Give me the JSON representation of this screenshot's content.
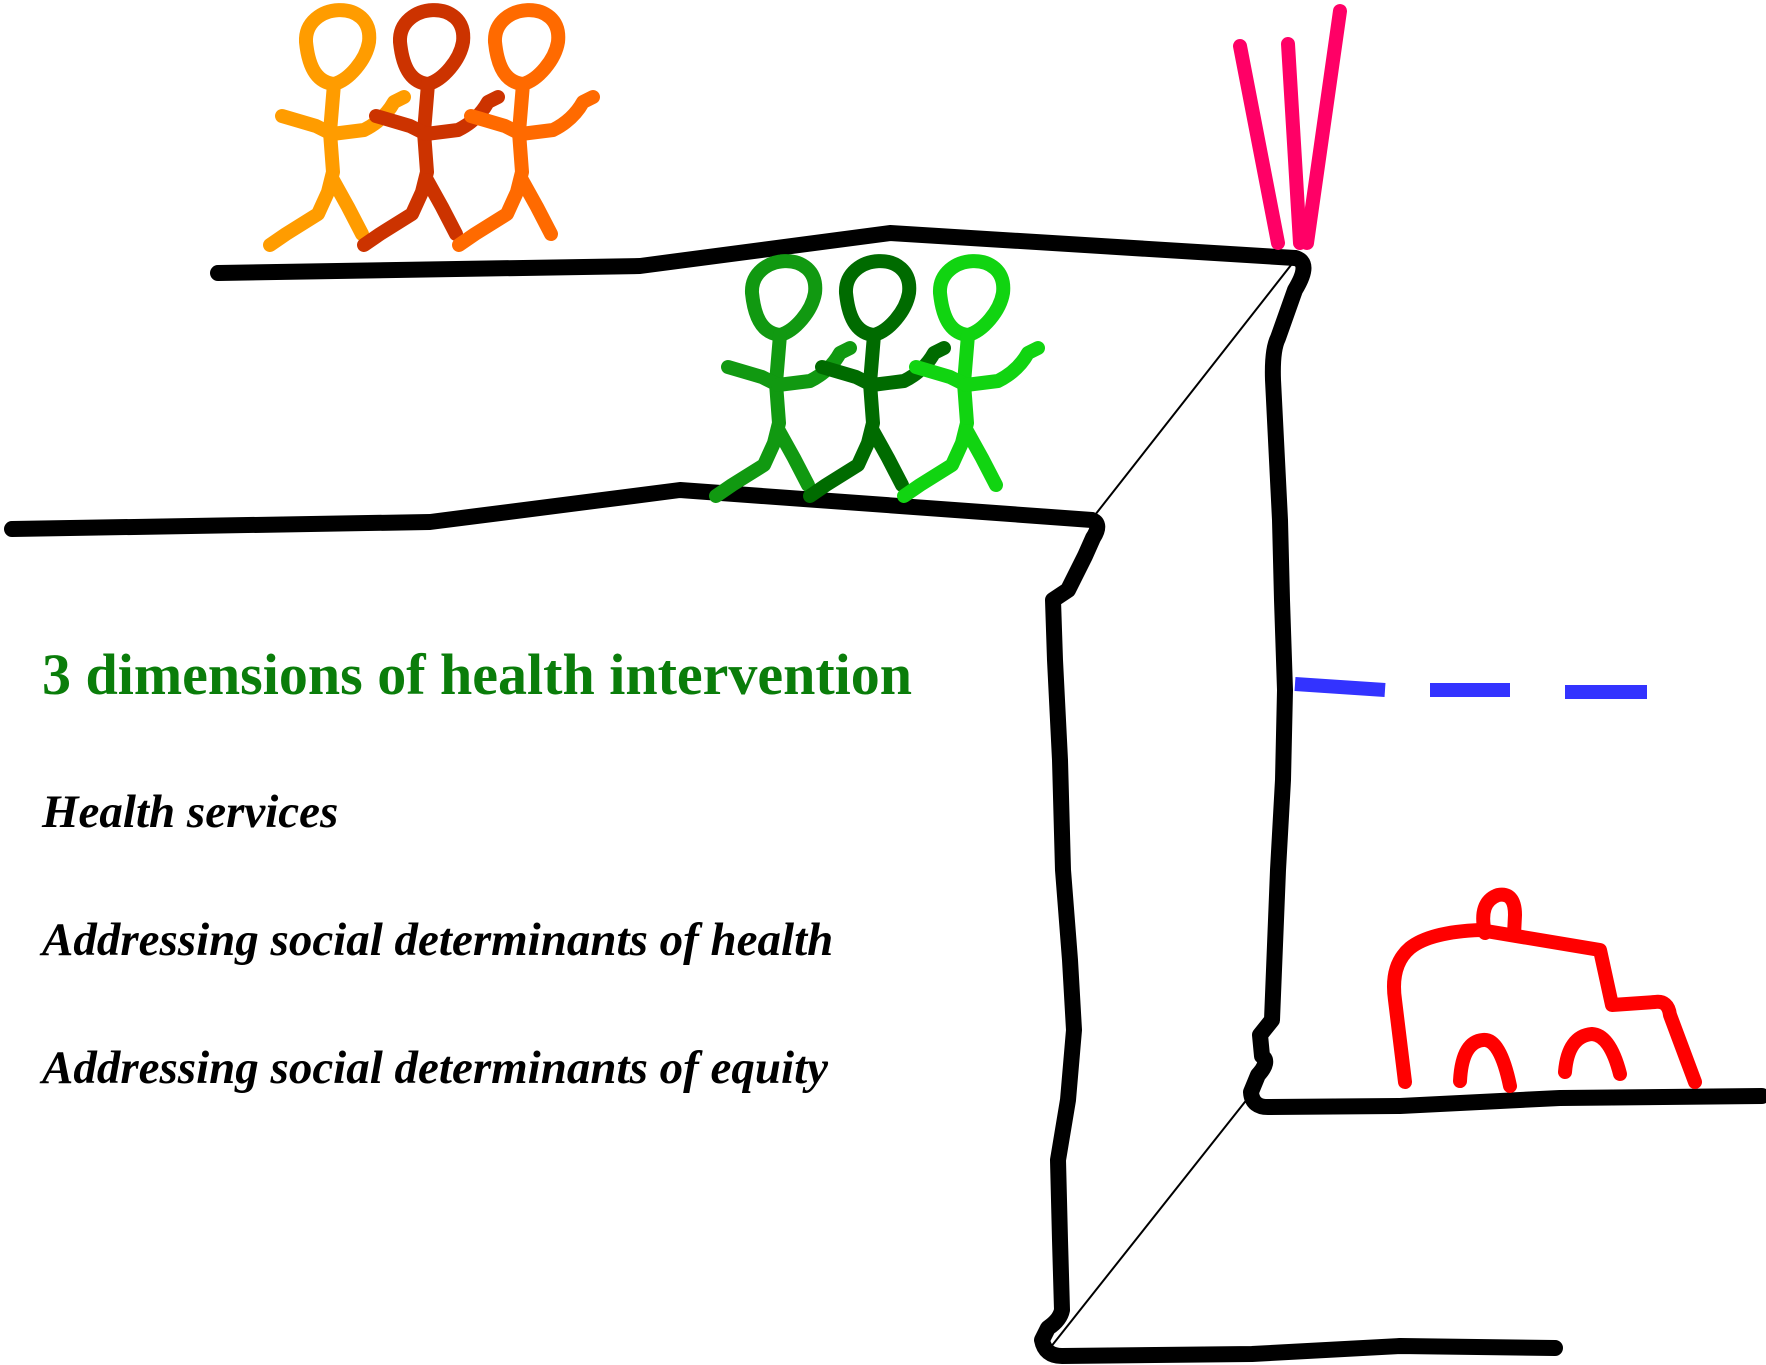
{
  "diagram": {
    "title": "3 dimensions of health intervention",
    "items": [
      {
        "label": "Health services"
      },
      {
        "label": "Addressing social determinants of health"
      },
      {
        "label": "Addressing social determinants of equity"
      }
    ]
  },
  "colors": {
    "title_text": "#0a7d0a",
    "item_text": "#000000",
    "cliff_outline": "#000000",
    "upper_group": [
      "#ff9c00",
      "#cc3300",
      "#ff6a00"
    ],
    "middle_group": [
      "#119911",
      "#006b00",
      "#11d411"
    ],
    "pink_marks": "#ff0066",
    "blue_dashes": "#3333ff",
    "red_figure": "#ff0000"
  },
  "icons": {
    "upper_figures": "stick-figure-icon",
    "middle_figures": "stick-figure-icon",
    "fallen_figure": "fallen-figure-icon"
  }
}
